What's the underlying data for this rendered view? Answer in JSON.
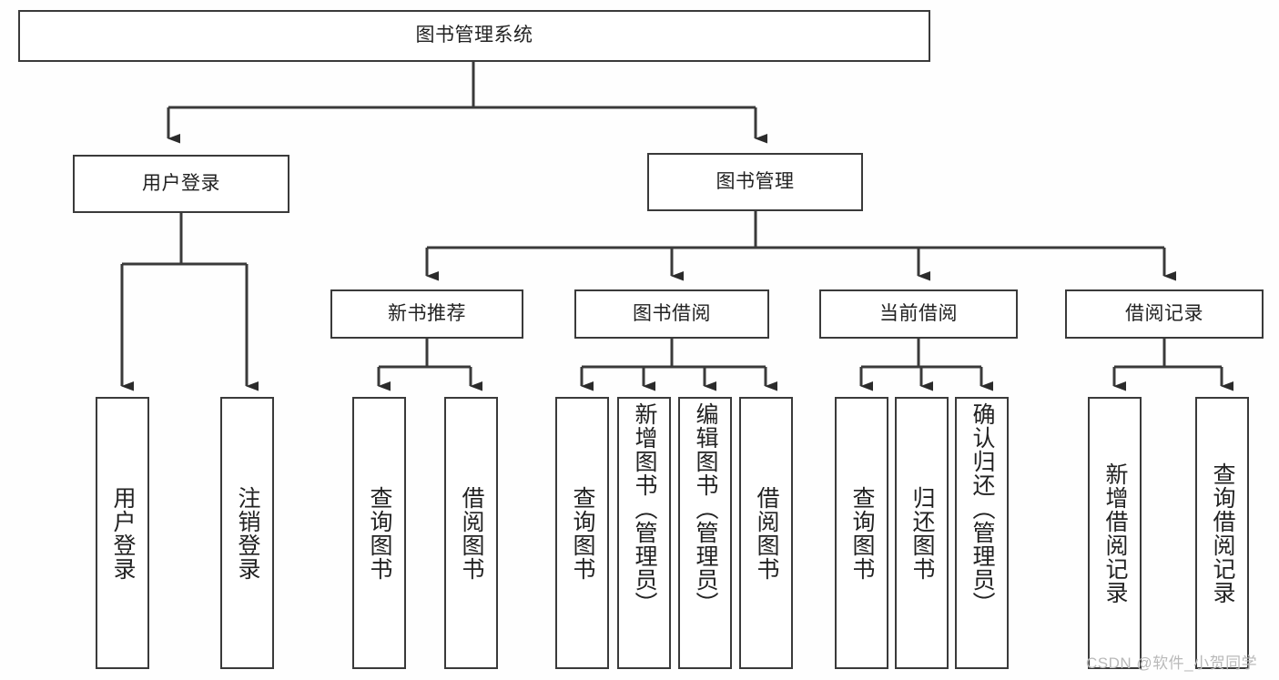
{
  "diagram": {
    "type": "tree-hierarchy-chart",
    "title": "图书管理系统",
    "stroke_color": "#3a3a3a",
    "text_color": "#222222",
    "background": "#ffffff",
    "nodes": {
      "root": {
        "label": "图书管理系统",
        "level": 1
      },
      "l2": [
        {
          "id": "user-login",
          "label": "用户登录"
        },
        {
          "id": "book-manage",
          "label": "图书管理"
        }
      ],
      "l3": [
        {
          "id": "new-book-recommend",
          "label": "新书推荐"
        },
        {
          "id": "book-borrow",
          "label": "图书借阅"
        },
        {
          "id": "current-borrow",
          "label": "当前借阅"
        },
        {
          "id": "borrow-record",
          "label": "借阅记录"
        }
      ],
      "leaves": {
        "user_login": [
          {
            "id": "leaf-user-login",
            "label": "用户登录"
          },
          {
            "id": "leaf-logout-login",
            "label": "注销登录"
          }
        ],
        "new_book_recommend": [
          {
            "id": "leaf-query-book-1",
            "label": "查询图书"
          },
          {
            "id": "leaf-borrow-book-1",
            "label": "借阅图书"
          }
        ],
        "book_borrow": [
          {
            "id": "leaf-query-book-2",
            "label": "查询图书"
          },
          {
            "id": "leaf-add-book",
            "label": "新增图书（管理员）"
          },
          {
            "id": "leaf-edit-book",
            "label": "编辑图书（管理员）"
          },
          {
            "id": "leaf-borrow-book-2",
            "label": "借阅图书"
          }
        ],
        "current_borrow": [
          {
            "id": "leaf-query-book-3",
            "label": "查询图书"
          },
          {
            "id": "leaf-return-book",
            "label": "归还图书"
          },
          {
            "id": "leaf-confirm-return",
            "label": "确认归还（管理员）"
          }
        ],
        "borrow_record": [
          {
            "id": "leaf-add-record",
            "label": "新增借阅记录"
          },
          {
            "id": "leaf-query-record",
            "label": "查询借阅记录"
          }
        ]
      }
    }
  },
  "watermark": {
    "text": "CSDN @软件_小贺同学"
  }
}
